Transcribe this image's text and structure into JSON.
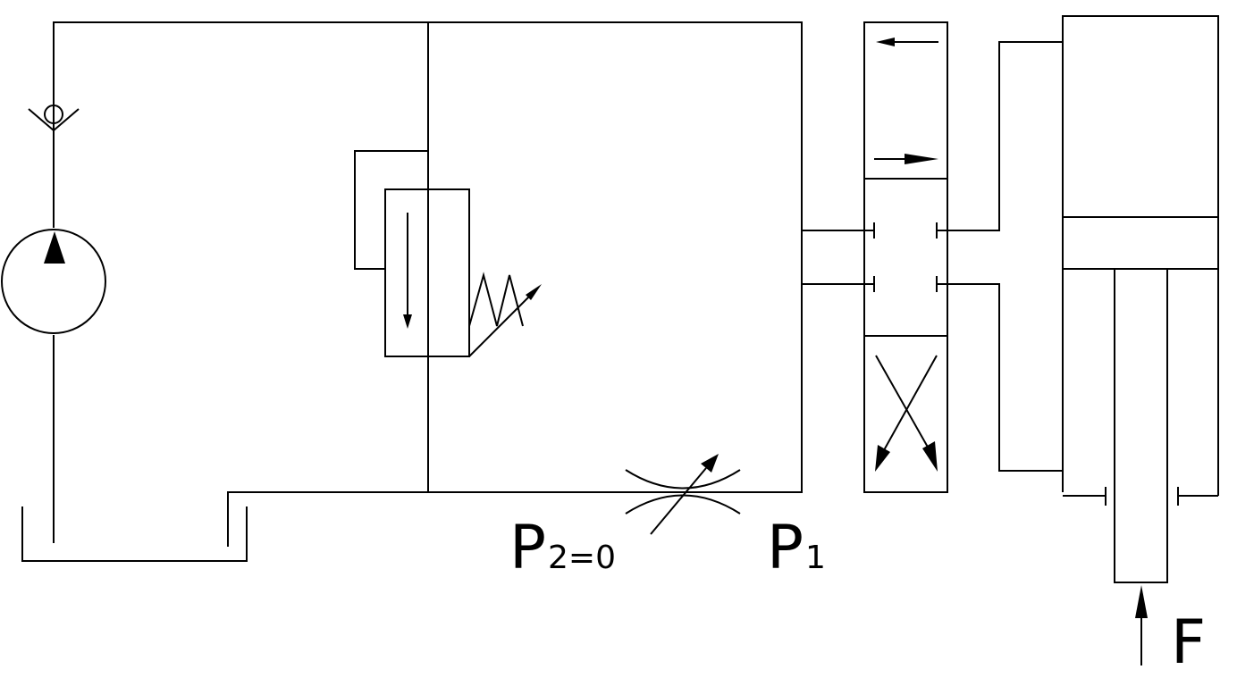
{
  "labels": {
    "p2_main": "P",
    "p2_sub": "2=0",
    "p1_main": "P",
    "p1_sub": "1",
    "force": "F"
  },
  "colors": {
    "line": "#000000",
    "background": "#ffffff"
  }
}
